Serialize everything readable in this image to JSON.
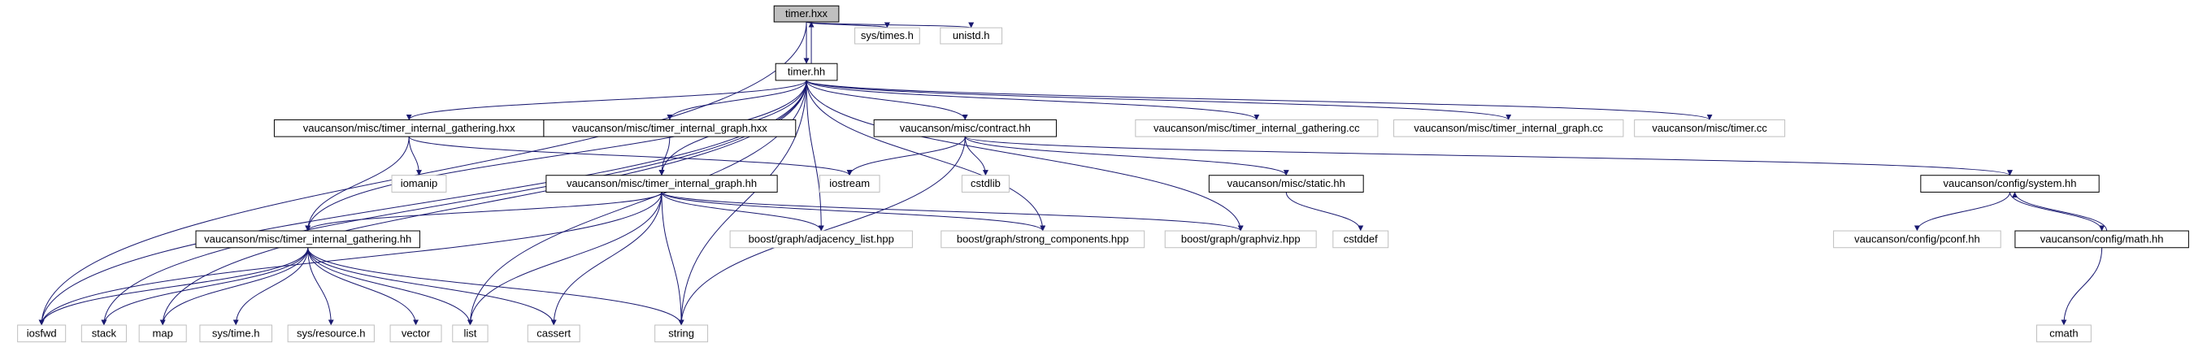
{
  "colors": {
    "edge": "#191970",
    "root_fill": "#bfbfbf",
    "documented_border": "#000000",
    "undocumented_border": "#bfbfbf",
    "background": "#ffffff"
  },
  "nodes": [
    {
      "id": "timer_hxx",
      "label": "timer.hxx",
      "kind": "root"
    },
    {
      "id": "sys_times_h",
      "label": "sys/times.h",
      "kind": "external"
    },
    {
      "id": "unistd_h",
      "label": "unistd.h",
      "kind": "external"
    },
    {
      "id": "timer_hh",
      "label": "timer.hh",
      "kind": "documented"
    },
    {
      "id": "tig_hxx",
      "label": "vaucanson/misc/timer_internal_gathering.hxx",
      "kind": "documented"
    },
    {
      "id": "tigr_hxx",
      "label": "vaucanson/misc/timer_internal_graph.hxx",
      "kind": "documented"
    },
    {
      "id": "contract_hh",
      "label": "vaucanson/misc/contract.hh",
      "kind": "documented"
    },
    {
      "id": "tig_cc",
      "label": "vaucanson/misc/timer_internal_gathering.cc",
      "kind": "external"
    },
    {
      "id": "tigr_cc",
      "label": "vaucanson/misc/timer_internal_graph.cc",
      "kind": "external"
    },
    {
      "id": "timer_cc",
      "label": "vaucanson/misc/timer.cc",
      "kind": "external"
    },
    {
      "id": "iomanip",
      "label": "iomanip",
      "kind": "external"
    },
    {
      "id": "iostream",
      "label": "iostream",
      "kind": "external"
    },
    {
      "id": "cstdlib",
      "label": "cstdlib",
      "kind": "external"
    },
    {
      "id": "tigr_hh",
      "label": "vaucanson/misc/timer_internal_graph.hh",
      "kind": "documented"
    },
    {
      "id": "static_hh",
      "label": "vaucanson/misc/static.hh",
      "kind": "documented"
    },
    {
      "id": "system_hh",
      "label": "vaucanson/config/system.hh",
      "kind": "documented"
    },
    {
      "id": "tig_hh",
      "label": "vaucanson/misc/timer_internal_gathering.hh",
      "kind": "documented"
    },
    {
      "id": "adj_list",
      "label": "boost/graph/adjacency_list.hpp",
      "kind": "external"
    },
    {
      "id": "strong_comp",
      "label": "boost/graph/strong_components.hpp",
      "kind": "external"
    },
    {
      "id": "graphviz",
      "label": "boost/graph/graphviz.hpp",
      "kind": "external"
    },
    {
      "id": "cstddef",
      "label": "cstddef",
      "kind": "external"
    },
    {
      "id": "pconf_hh",
      "label": "vaucanson/config/pconf.hh",
      "kind": "external"
    },
    {
      "id": "math_hh",
      "label": "vaucanson/config/math.hh",
      "kind": "documented"
    },
    {
      "id": "iosfwd",
      "label": "iosfwd",
      "kind": "external"
    },
    {
      "id": "stack",
      "label": "stack",
      "kind": "external"
    },
    {
      "id": "map",
      "label": "map",
      "kind": "external"
    },
    {
      "id": "sys_time_h",
      "label": "sys/time.h",
      "kind": "external"
    },
    {
      "id": "sys_resource_h",
      "label": "sys/resource.h",
      "kind": "external"
    },
    {
      "id": "vector",
      "label": "vector",
      "kind": "external"
    },
    {
      "id": "list",
      "label": "list",
      "kind": "external"
    },
    {
      "id": "cassert",
      "label": "cassert",
      "kind": "external"
    },
    {
      "id": "string",
      "label": "string",
      "kind": "external"
    },
    {
      "id": "cmath",
      "label": "cmath",
      "kind": "external"
    }
  ],
  "edges": [
    [
      "timer_hxx",
      "timer_hh"
    ],
    [
      "timer_hxx",
      "sys_times_h"
    ],
    [
      "timer_hxx",
      "unistd_h"
    ],
    [
      "timer_hxx",
      "iosfwd"
    ],
    [
      "timer_hh",
      "timer_hxx"
    ],
    [
      "timer_hh",
      "tig_hxx"
    ],
    [
      "timer_hh",
      "tigr_hxx"
    ],
    [
      "timer_hh",
      "contract_hh"
    ],
    [
      "timer_hh",
      "tig_cc"
    ],
    [
      "timer_hh",
      "tigr_cc"
    ],
    [
      "timer_hh",
      "timer_cc"
    ],
    [
      "timer_hh",
      "tigr_hh"
    ],
    [
      "timer_hh",
      "tig_hh"
    ],
    [
      "timer_hh",
      "adj_list"
    ],
    [
      "timer_hh",
      "strong_comp"
    ],
    [
      "timer_hh",
      "graphviz"
    ],
    [
      "timer_hh",
      "iosfwd"
    ],
    [
      "timer_hh",
      "stack"
    ],
    [
      "timer_hh",
      "map"
    ],
    [
      "timer_hh",
      "list"
    ],
    [
      "timer_hh",
      "string"
    ],
    [
      "tig_hxx",
      "iomanip"
    ],
    [
      "tig_hxx",
      "iostream"
    ],
    [
      "tig_hxx",
      "tig_hh"
    ],
    [
      "tigr_hxx",
      "tigr_hh"
    ],
    [
      "contract_hh",
      "iostream"
    ],
    [
      "contract_hh",
      "cstdlib"
    ],
    [
      "contract_hh",
      "string"
    ],
    [
      "contract_hh",
      "static_hh"
    ],
    [
      "contract_hh",
      "system_hh"
    ],
    [
      "tigr_hh",
      "tig_hh"
    ],
    [
      "tigr_hh",
      "iosfwd"
    ],
    [
      "tigr_hh",
      "list"
    ],
    [
      "tigr_hh",
      "cassert"
    ],
    [
      "tigr_hh",
      "string"
    ],
    [
      "tigr_hh",
      "adj_list"
    ],
    [
      "tigr_hh",
      "strong_comp"
    ],
    [
      "tigr_hh",
      "graphviz"
    ],
    [
      "static_hh",
      "cstddef"
    ],
    [
      "system_hh",
      "pconf_hh"
    ],
    [
      "system_hh",
      "math_hh"
    ],
    [
      "math_hh",
      "system_hh"
    ],
    [
      "math_hh",
      "cmath"
    ],
    [
      "tig_hh",
      "iosfwd"
    ],
    [
      "tig_hh",
      "stack"
    ],
    [
      "tig_hh",
      "map"
    ],
    [
      "tig_hh",
      "sys_time_h"
    ],
    [
      "tig_hh",
      "sys_resource_h"
    ],
    [
      "tig_hh",
      "vector"
    ],
    [
      "tig_hh",
      "list"
    ],
    [
      "tig_hh",
      "cassert"
    ],
    [
      "tig_hh",
      "string"
    ]
  ]
}
